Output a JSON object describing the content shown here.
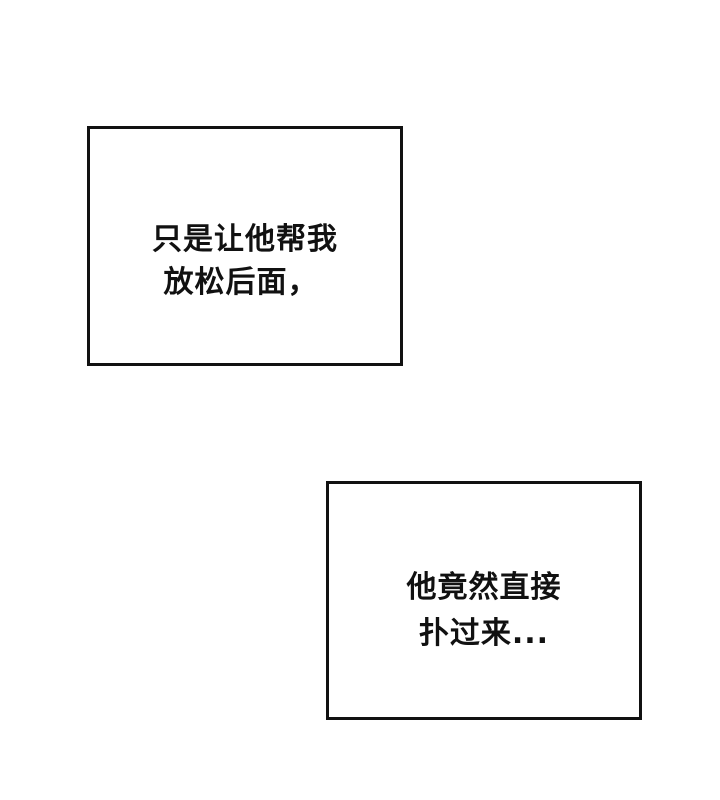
{
  "panels": [
    {
      "lines": [
        "只是让他帮我",
        "放松后面，"
      ]
    },
    {
      "lines": [
        "他竟然直接",
        "扑过来..."
      ]
    }
  ]
}
